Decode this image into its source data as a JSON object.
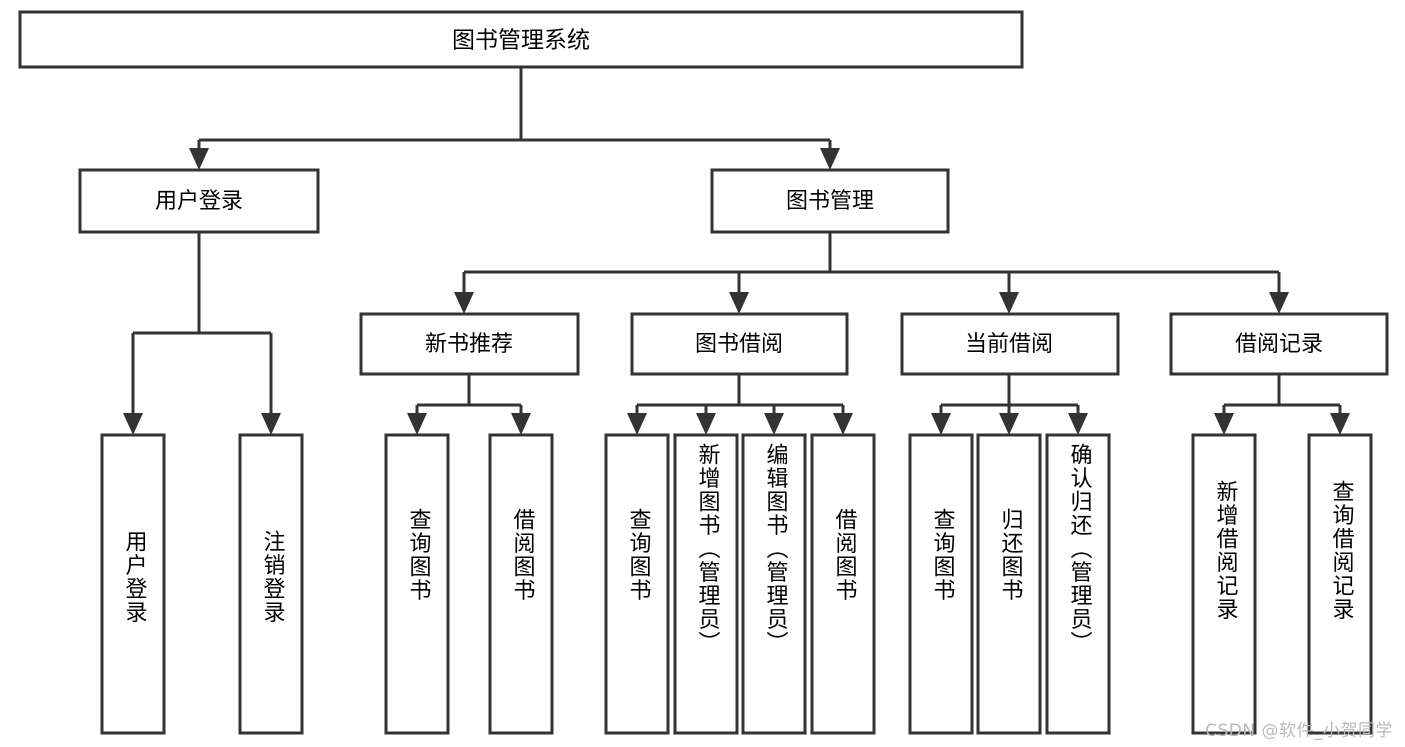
{
  "diagram": {
    "type": "tree-hierarchy",
    "title": "图书管理系统",
    "watermark": "CSDN @软件_小贺同学",
    "colors": {
      "stroke": "#333333",
      "fill": "#ffffff",
      "text": "#000000",
      "watermark": "#b9b9b9"
    },
    "levels": {
      "root": {
        "label": "图书管理系统"
      },
      "level2": [
        {
          "label": "用户登录"
        },
        {
          "label": "图书管理"
        }
      ],
      "level3": [
        {
          "label": "新书推荐"
        },
        {
          "label": "图书借阅"
        },
        {
          "label": "当前借阅"
        },
        {
          "label": "借阅记录"
        }
      ],
      "leaves": {
        "user_login": [
          {
            "label": "用户登录"
          },
          {
            "label": "注销登录"
          }
        ],
        "new_book": [
          {
            "label": "查询图书"
          },
          {
            "label": "借阅图书"
          }
        ],
        "book_borrow": [
          {
            "label": "查询图书"
          },
          {
            "label": "新增图书（管理员）"
          },
          {
            "label": "编辑图书（管理员）"
          },
          {
            "label": "借阅图书"
          }
        ],
        "current_borrow": [
          {
            "label": "查询图书"
          },
          {
            "label": "归还图书"
          },
          {
            "label": "确认归还（管理员）"
          }
        ],
        "borrow_record": [
          {
            "label": "新增借阅记录"
          },
          {
            "label": "查询借阅记录"
          }
        ]
      }
    }
  }
}
